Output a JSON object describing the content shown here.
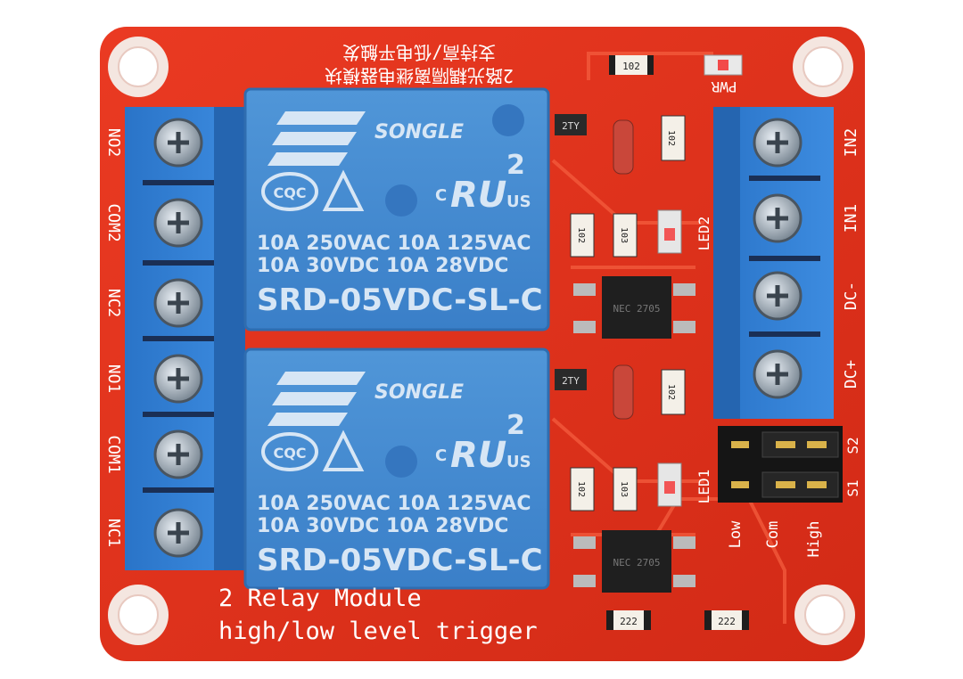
{
  "board": {
    "title_line1": "2 Relay  Module",
    "title_line2": "high/low level trigger",
    "chinese_line1": "2路光耦隔离继电器模块",
    "chinese_line2": "支持高/低电平触发",
    "pwr_label": "PWR"
  },
  "relays": [
    {
      "brand": "SONGLE",
      "rating1": "10A 250VAC  10A 125VAC",
      "rating2": "10A  30VDC  10A  28VDC",
      "model": "SRD-05VDC-SL-C",
      "cqc": "CQC",
      "ul_num": "2",
      "ul_us": "US",
      "ul_c": "C"
    },
    {
      "brand": "SONGLE",
      "rating1": "10A 250VAC  10A 125VAC",
      "rating2": "10A  30VDC  10A  28VDC",
      "model": "SRD-05VDC-SL-C",
      "cqc": "CQC",
      "ul_num": "2",
      "ul_us": "US",
      "ul_c": "C"
    }
  ],
  "left_terminals": [
    "NO2",
    "COM2",
    "NC2",
    "NO1",
    "COM1",
    "NC1"
  ],
  "right_terminals": [
    "IN2",
    "IN1",
    "DC-",
    "DC+"
  ],
  "jumper_labels": [
    "Low",
    "Com",
    "High"
  ],
  "jumper_pins": [
    "S1",
    "S2"
  ],
  "led_labels": [
    "LED2",
    "LED1"
  ],
  "components": {
    "r102_top": "102",
    "r102_a": "102",
    "r102_b": "102",
    "r102_c": "102",
    "r102_d": "102",
    "r103_a": "103",
    "r103_b": "103",
    "r222_a": "222",
    "r222_b": "222",
    "transistor_a": "2TY",
    "transistor_b": "2TY",
    "opto_a": "NEC 2705",
    "opto_b": "NEC 2705"
  },
  "colors": {
    "pcb": "#e0301c",
    "relay": "#3f86cf",
    "terminal": "#2f7fd4",
    "silkscreen": "#ffffff"
  }
}
